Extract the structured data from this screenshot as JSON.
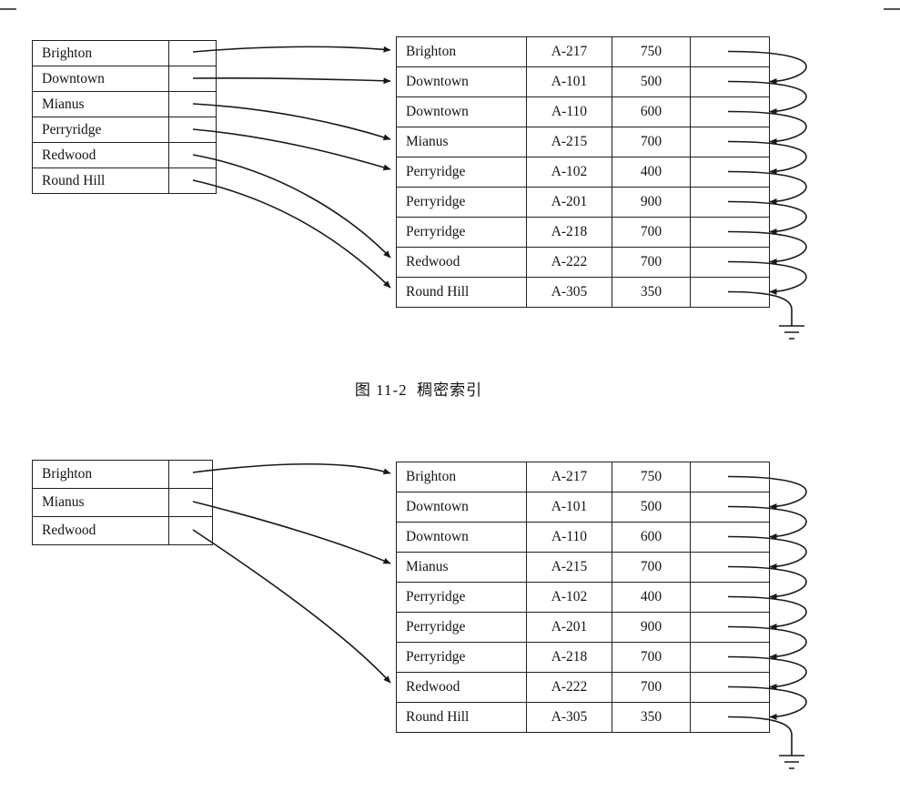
{
  "figure": {
    "dense_caption": "图 11-2  稠密索引"
  },
  "dense_index": {
    "entries": [
      "Brighton",
      "Downtown",
      "Mianus",
      "Perryridge",
      "Redwood",
      "Round Hill"
    ]
  },
  "sparse_index": {
    "entries": [
      "Brighton",
      "Mianus",
      "Redwood"
    ]
  },
  "records": [
    {
      "branch": "Brighton",
      "account": "A-217",
      "balance": "750"
    },
    {
      "branch": "Downtown",
      "account": "A-101",
      "balance": "500"
    },
    {
      "branch": "Downtown",
      "account": "A-110",
      "balance": "600"
    },
    {
      "branch": "Mianus",
      "account": "A-215",
      "balance": "700"
    },
    {
      "branch": "Perryridge",
      "account": "A-102",
      "balance": "400"
    },
    {
      "branch": "Perryridge",
      "account": "A-201",
      "balance": "900"
    },
    {
      "branch": "Perryridge",
      "account": "A-218",
      "balance": "700"
    },
    {
      "branch": "Redwood",
      "account": "A-222",
      "balance": "700"
    },
    {
      "branch": "Round Hill",
      "account": "A-305",
      "balance": "350"
    }
  ]
}
